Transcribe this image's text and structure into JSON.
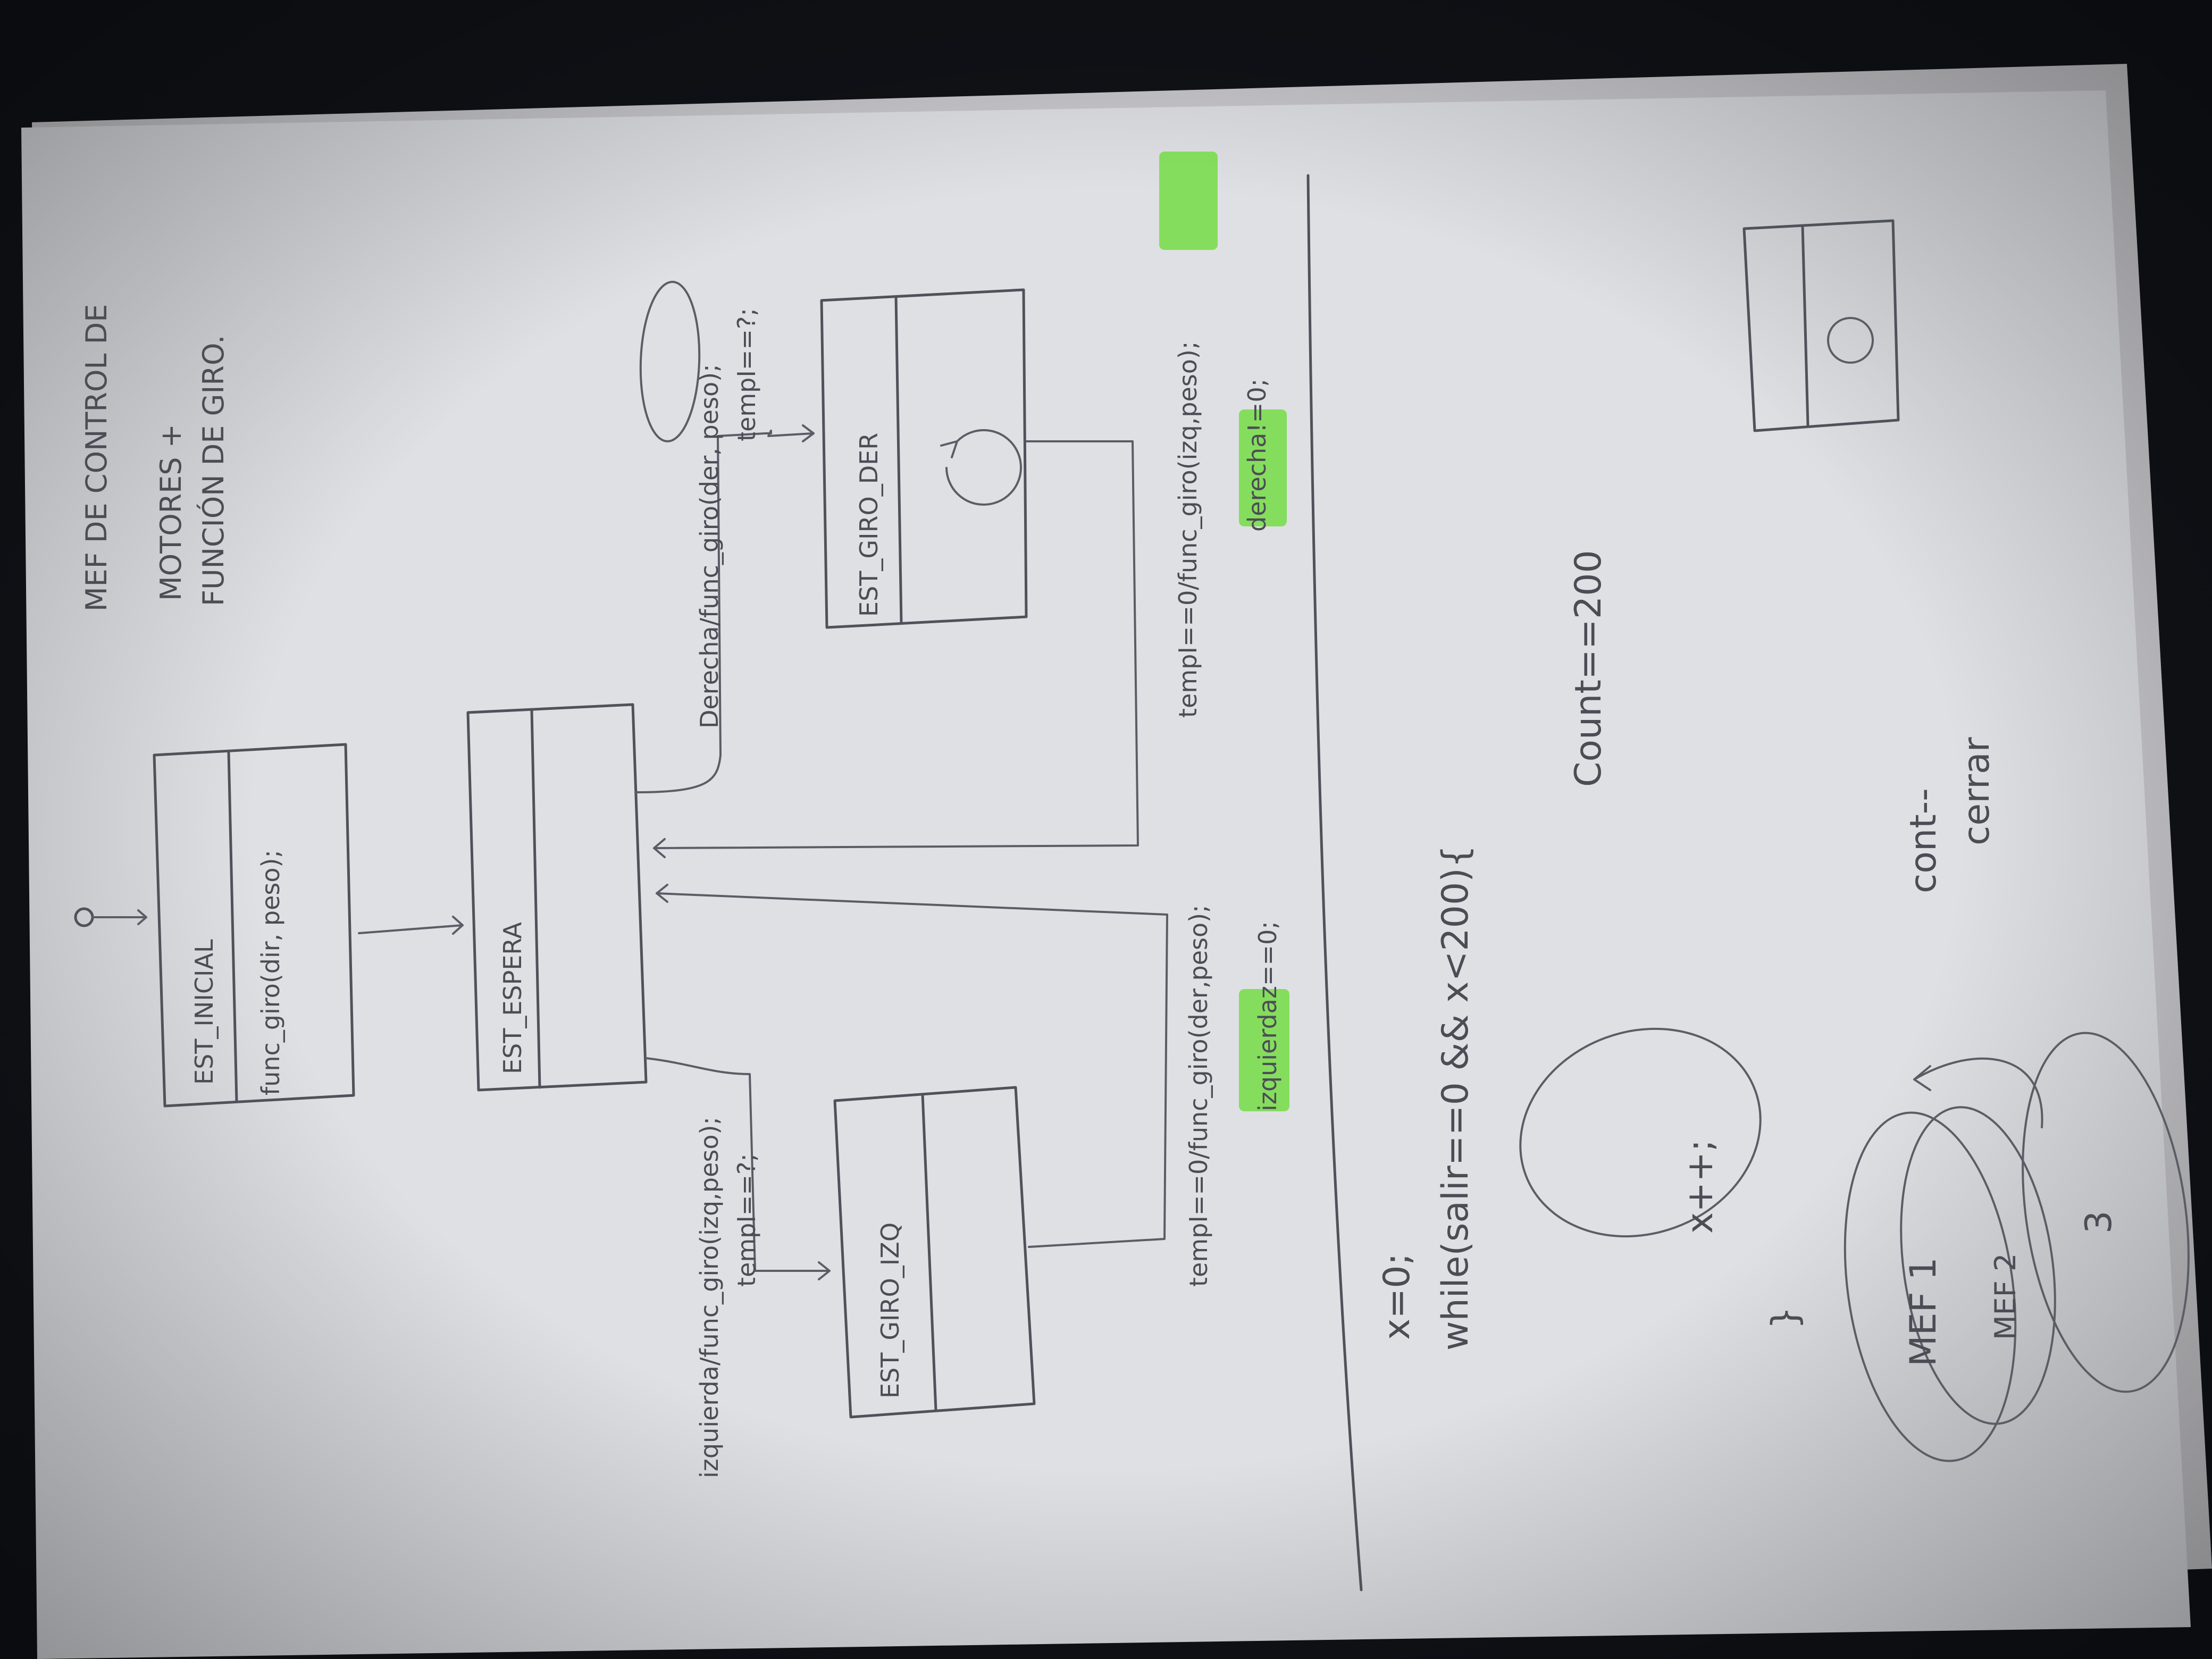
{
  "sheet": {
    "title_line1": "MEF DE CONTROL DE",
    "title_line2": "MOTORES +",
    "title_line3": "FUNCIÓN DE GIRO."
  },
  "states": {
    "inicial": {
      "name": "EST_INICIAL",
      "action": "func_giro(dir, peso);"
    },
    "espera": {
      "name": "EST_ESPERA"
    },
    "giro_der": {
      "name": "EST_GIRO_DER"
    },
    "giro_izq": {
      "name": "EST_GIRO_IZQ"
    }
  },
  "transitions": {
    "derecha_line1": "Derecha/func_giro(der, peso);",
    "derecha_line2": "tempI==?;",
    "vuelta_der_line1": "tempI==0/func_giro(izq,peso);",
    "vuelta_der_line2": "derecha!=0;",
    "izquierda_line1": "izquierda/func_giro(izq,peso);",
    "izquierda_line2": "tempI==?;",
    "vuelta_izq_line1": "tempI==0/func_giro(der,peso);",
    "vuelta_izq_line2": "izquierdaz==0;"
  },
  "notes": {
    "code_line1": "x=0;",
    "code_line2": "while(salir==0 && x<200){",
    "loop_body": "x++;",
    "brace": "}",
    "count": "Count==200",
    "cont": "cont--",
    "cerrar": "cerrar",
    "mef1": "MEF 1",
    "mef2": "MEF 2",
    "mef3": "3"
  },
  "colors": {
    "highlight": "#7fdc55",
    "ink": "#4b4d55",
    "paper": "#dfe0e4"
  }
}
